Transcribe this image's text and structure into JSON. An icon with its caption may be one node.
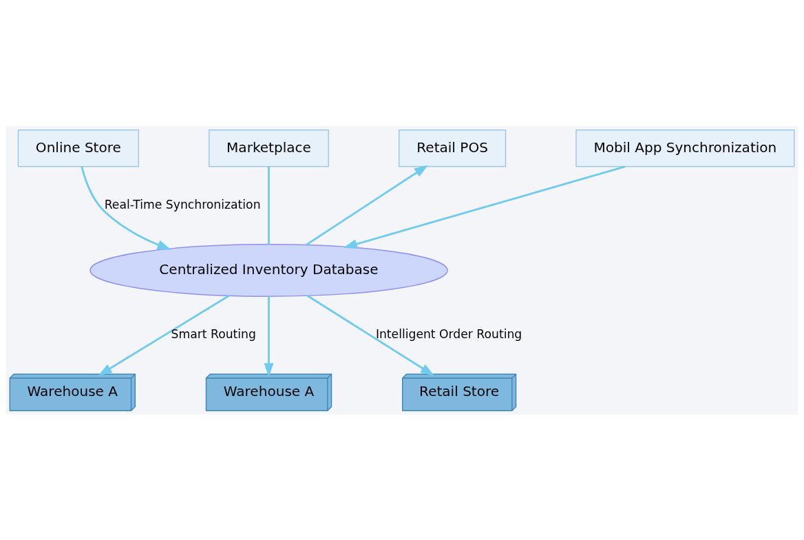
{
  "diagram": {
    "nodes": [
      {
        "text": [
          "Online Store"
        ]
      },
      {
        "text": [
          "Marketplace"
        ]
      },
      {
        "text": [
          "Retail POS"
        ]
      },
      {
        "text": [
          "Mobil App Synchronization"
        ]
      },
      {
        "text": [
          "Centralized Inventory Database"
        ]
      },
      {
        "text": [
          "Warehouse A"
        ]
      },
      {
        "text": [
          "Warehouse A"
        ]
      },
      {
        "text": [
          "Retail Store"
        ]
      }
    ],
    "edges": [
      {
        "from": 0,
        "to": 4,
        "arrow": "to",
        "label": "Real-Time Synchronization"
      },
      {
        "from": 1,
        "to": 4,
        "arrow": "none"
      },
      {
        "from": 4,
        "to": 2,
        "arrow": "to"
      },
      {
        "from": 3,
        "to": 4,
        "arrow": "to"
      },
      {
        "from": 4,
        "to": 5,
        "arrow": "to",
        "label": "Smart Routing"
      },
      {
        "from": 4,
        "to": 6,
        "arrow": "to"
      },
      {
        "from": 4,
        "to": 7,
        "arrow": "to",
        "label": "Intelligent Order Routing"
      }
    ]
  }
}
